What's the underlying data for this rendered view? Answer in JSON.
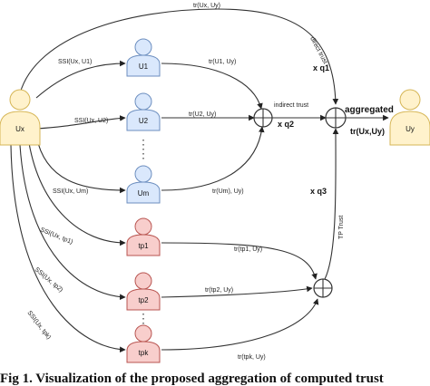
{
  "nodes": {
    "ux": "Ux",
    "u1": "U1",
    "u2": "U2",
    "um": "Um",
    "tp1": "tp1",
    "tp2": "tp2",
    "tpk": "tpk",
    "uy": "Uy"
  },
  "edges": {
    "top": "tr(Ux, Uy)",
    "ssi_u1": "SSI(Ux, U1)",
    "ssi_u2": "SSI(Ux, U2)",
    "ssi_um": "SSI(Ux, Um)",
    "ssi_tp1": "SSI(Ux, tp1)",
    "ssi_tp2": "SSI(Ux, tp2)",
    "ssi_tpk": "SSI(Ux, tpk)",
    "tr_u1": "tr(U1, Uy)",
    "tr_u2": "tr(U2, Uy)",
    "tr_um": "tr(Um), Uy)",
    "tr_tp1": "tr(tp1, Uy)",
    "tr_tp2": "tr(tp2, Uy)",
    "tr_tpk": "tr(tpk, Uy)"
  },
  "labels": {
    "direct_trust": "direct trust",
    "q1": "x q1",
    "indirect_trust": "indirect trust",
    "q2": "x q2",
    "q3": "x q3",
    "tp_trust": "TP Trust",
    "aggregated": "aggregated",
    "tr_final": "tr(Ux,Uy)"
  },
  "caption": "Fig 1. Visualization of the proposed aggregation of computed trust",
  "colors": {
    "ux_fill": "#fff2cc",
    "ux_stroke": "#d6b656",
    "user_fill": "#dae8fc",
    "user_stroke": "#6c8ebf",
    "tp_fill": "#f8cecc",
    "tp_stroke": "#b85450",
    "uy_fill": "#fff2cc",
    "uy_stroke": "#d6b656"
  },
  "icons": {
    "user": "person-icon",
    "sum": "circle-plus-icon",
    "dots": "vertical-ellipsis-icon"
  }
}
